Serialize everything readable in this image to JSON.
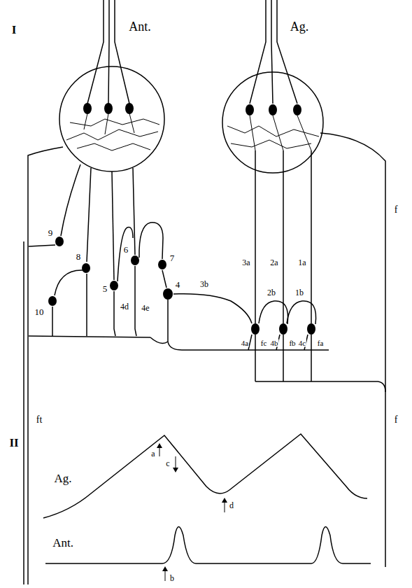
{
  "diagram": {
    "labels": [
      "I",
      "Ant.",
      "Ag.",
      "f",
      "9",
      "8",
      "6",
      "7",
      "3a",
      "2a",
      "1a",
      "5",
      "4e",
      "4",
      "3b",
      "4d",
      "2b",
      "1b",
      "10",
      "4a",
      "fc",
      "4b",
      "fb",
      "4c",
      "fa",
      "ft",
      "f",
      "II",
      "Ag.",
      "a",
      "c",
      "d",
      "Ant.",
      "b"
    ]
  }
}
